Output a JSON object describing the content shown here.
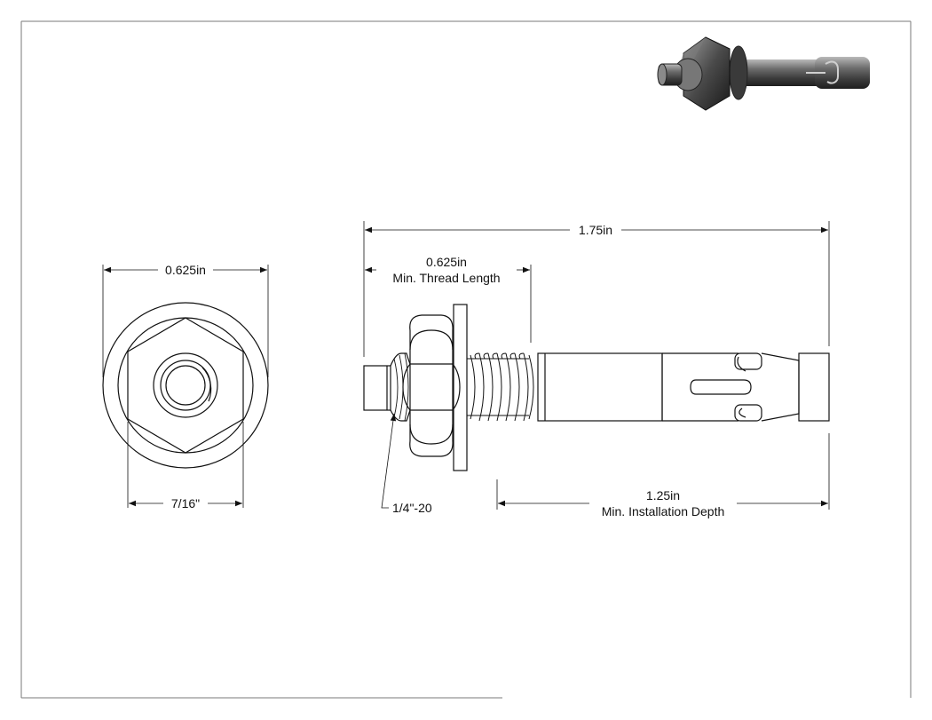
{
  "dimensions": {
    "washer_diameter": "0.625in",
    "hex_across_flats": "7/16\"",
    "overall_length": "1.75in",
    "thread_length_value": "0.625in",
    "thread_length_label": "Min. Thread Length",
    "thread_size": "1/4\"-20",
    "install_depth_value": "1.25in",
    "install_depth_label": "Min. Installation Depth"
  }
}
